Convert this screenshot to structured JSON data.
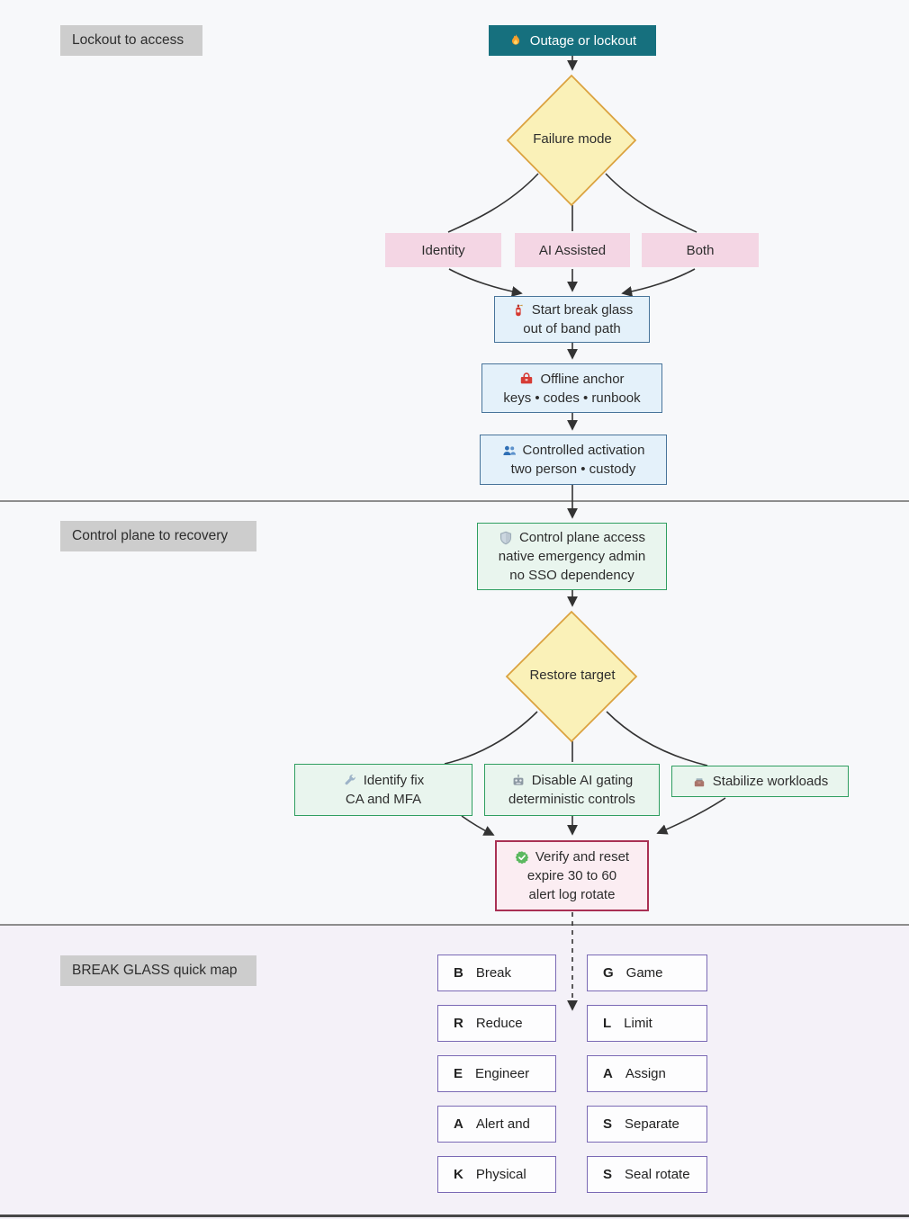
{
  "sections": {
    "top_label": "Lockout to access",
    "mid_label": "Control plane to recovery",
    "bottom_label": "BREAK GLASS quick map"
  },
  "nodes": {
    "outage": {
      "label": "Outage or lockout",
      "icon": "fire-icon"
    },
    "failure_mode": {
      "label": "Failure mode"
    },
    "identity": {
      "label": "Identity"
    },
    "ai_assisted": {
      "label": "AI Assisted"
    },
    "both": {
      "label": "Both"
    },
    "start_break_glass": {
      "line1": "Start break glass",
      "line2": "out of band path",
      "icon": "fire-extinguisher-icon"
    },
    "offline_anchor": {
      "line1": "Offline anchor",
      "line2": "keys • codes • runbook",
      "icon": "toolbox-icon"
    },
    "controlled_activation": {
      "line1": "Controlled activation",
      "line2": "two person • custody",
      "icon": "people-icon"
    },
    "control_plane_access": {
      "line1": "Control plane access",
      "line2": "native emergency admin",
      "line3": "no SSO dependency",
      "icon": "shield-icon"
    },
    "restore_target": {
      "label": "Restore target"
    },
    "identify_fix": {
      "line1": "Identify fix",
      "line2": "CA and MFA",
      "icon": "wrench-icon"
    },
    "disable_ai_gating": {
      "line1": "Disable AI gating",
      "line2": "deterministic controls",
      "icon": "robot-icon"
    },
    "stabilize_workloads": {
      "label": "Stabilize workloads",
      "icon": "card-box-icon"
    },
    "verify_and_reset": {
      "line1": "Verify and reset",
      "line2": "expire 30 to 60",
      "line3": "alert log rotate",
      "icon": "check-badge-icon"
    }
  },
  "quick_map": {
    "left": [
      {
        "key": "B",
        "word": "Break"
      },
      {
        "key": "R",
        "word": "Reduce"
      },
      {
        "key": "E",
        "word": "Engineer"
      },
      {
        "key": "A",
        "word": "Alert and"
      },
      {
        "key": "K",
        "word": "Physical"
      }
    ],
    "right": [
      {
        "key": "G",
        "word": "Game"
      },
      {
        "key": "L",
        "word": "Limit"
      },
      {
        "key": "A",
        "word": "Assign"
      },
      {
        "key": "S",
        "word": "Separate"
      },
      {
        "key": "S",
        "word": "Seal rotate"
      }
    ]
  },
  "colors": {
    "teal": "#16707e",
    "diamond-fill": "#faf1b8",
    "diamond-border": "#dba23f",
    "pink": "#f4d6e4",
    "blue-fill": "#e4f1fa",
    "blue-border": "#48749a",
    "green-fill": "#e9f5ee",
    "green-border": "#2f9e60",
    "verify-fill": "#fbedf2",
    "verify-border": "#a93154",
    "purple-border": "#7a69b5",
    "label-bg": "#cdcdcd",
    "connector": "#333333"
  }
}
